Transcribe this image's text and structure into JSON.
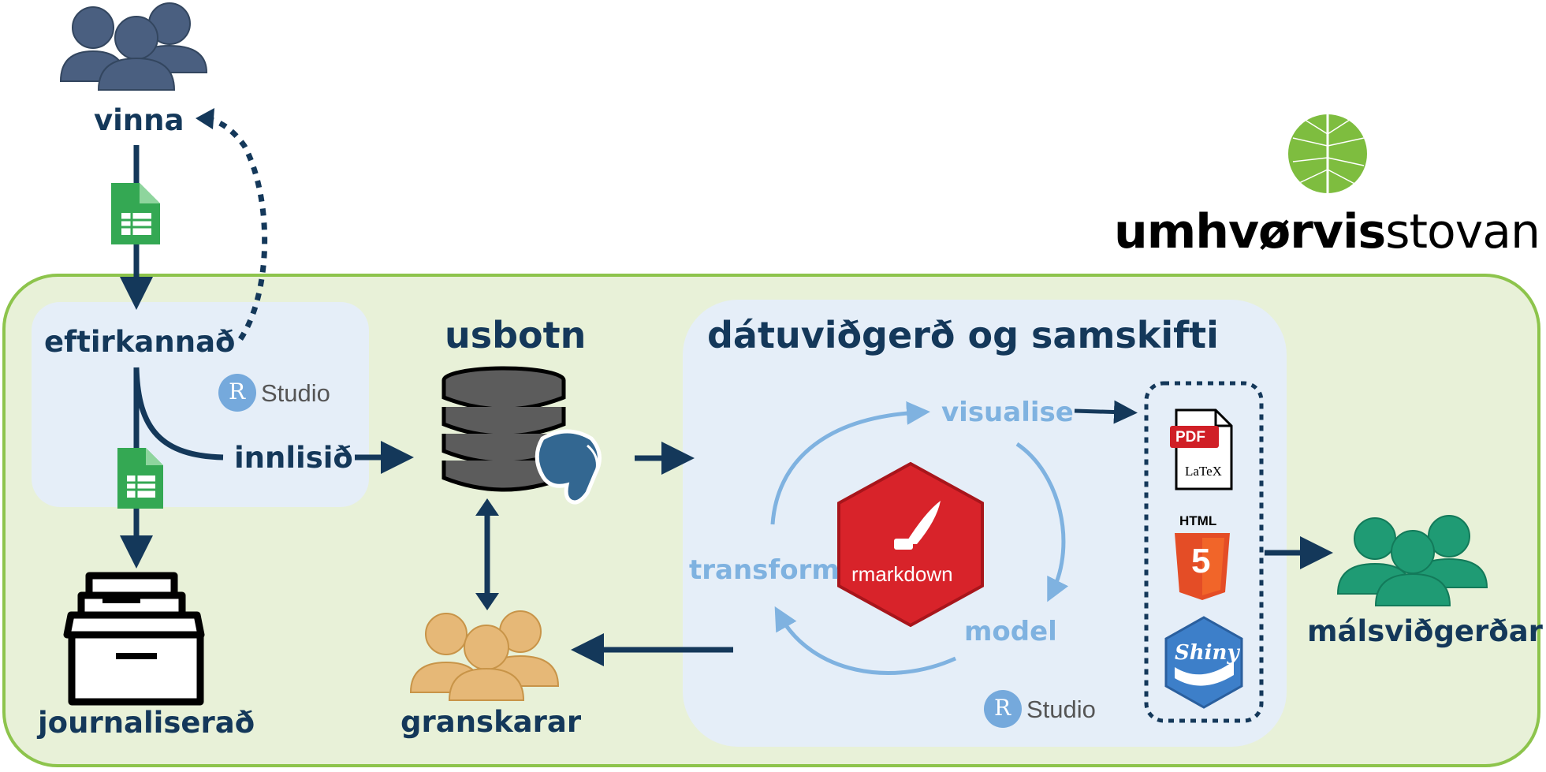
{
  "logo": {
    "text_bold": "umhvørvis",
    "text_light": "stovan",
    "icon": "leaf-icon"
  },
  "nodes": {
    "vinna": "vinna",
    "eftirkannad": "eftirkannað",
    "innlisid": "innlisið",
    "journaliserad": "journaliserað",
    "usbotn": "usbotn",
    "granskarar": "granskarar",
    "datuvidgerd_title": "dátuviðgerð og samskifti",
    "visualise": "visualise",
    "transform": "transform",
    "model": "model",
    "malsvidgerdar": "málsviðgerðar"
  },
  "badges": {
    "rstudio_r": "R",
    "rstudio_text": "Studio",
    "rmarkdown": "rmarkdown",
    "pdf": "PDF",
    "latex": "LaTeX",
    "html": "HTML",
    "html_five": "5",
    "shiny": "Shiny"
  },
  "colors": {
    "dark_blue": "#14385a",
    "light_blue": "#7fb2e0",
    "outer_green_fill": "#e8f1d8",
    "outer_green_border": "#8dc44c",
    "panel_blue": "#e5eef8",
    "people_slate": "#4a5f80",
    "people_orange": "#e6b877",
    "people_green": "#1f9b74",
    "sheets_green": "#34a853",
    "rmarkdown_red": "#d8232a",
    "html5_orange": "#e44d26",
    "shiny_blue": "#3d7fc9",
    "logo_leaf": "#7ebd3f"
  },
  "icons": [
    "people-icon",
    "google-sheets-icon",
    "database-icon",
    "postgresql-elephant-icon",
    "file-box-icon",
    "pdf-file-icon",
    "html5-icon",
    "shiny-hex-icon",
    "rmarkdown-hex-icon",
    "rstudio-logo"
  ]
}
